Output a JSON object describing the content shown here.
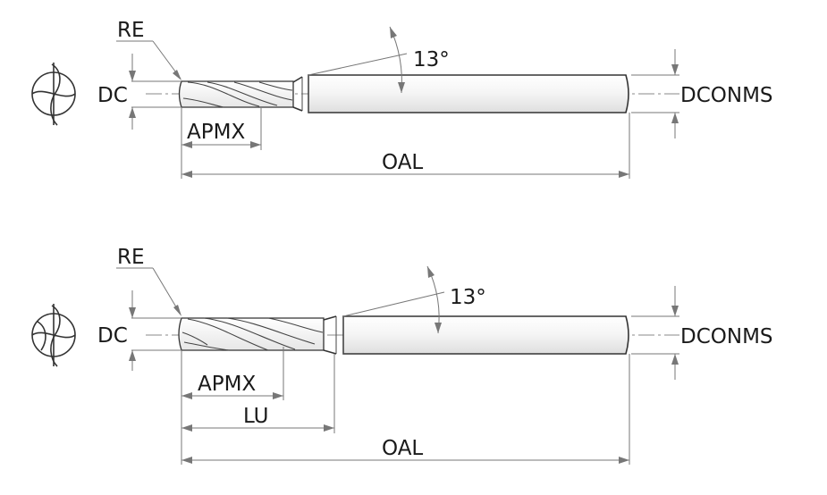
{
  "drawings": [
    {
      "id": "two-flute",
      "labels": {
        "re": "RE",
        "dc": "DC",
        "apmx": "APMX",
        "angle": "13°",
        "dconms": "DCONMS",
        "oal": "OAL"
      }
    },
    {
      "id": "three-flute",
      "labels": {
        "re": "RE",
        "dc": "DC",
        "apmx": "APMX",
        "lu": "LU",
        "angle": "13°",
        "dconms": "DCONMS",
        "oal": "OAL"
      }
    }
  ]
}
